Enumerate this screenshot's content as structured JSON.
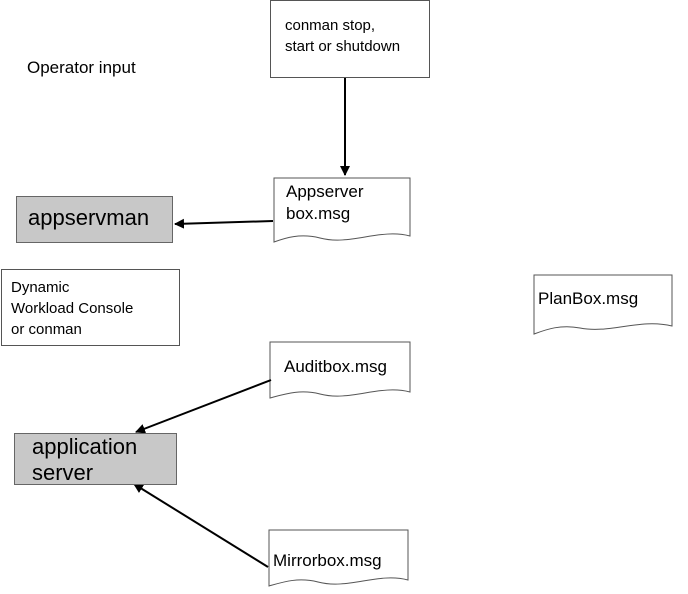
{
  "operator_input": "Operator input",
  "nodes": {
    "conman_cmd": [
      "conman stop,",
      "start or shutdown"
    ],
    "appserver_msg": [
      "Appserver",
      "box.msg"
    ],
    "appservman": "appservman",
    "dwc": [
      "Dynamic",
      "Workload Console",
      "or conman"
    ],
    "planbox": "PlanBox.msg",
    "auditbox": "Auditbox.msg",
    "application_server": [
      "application",
      "server"
    ],
    "mirrorbox": "Mirrorbox.msg"
  },
  "colors": {
    "process_fill": "#c8c8c8",
    "line": "#000000"
  }
}
